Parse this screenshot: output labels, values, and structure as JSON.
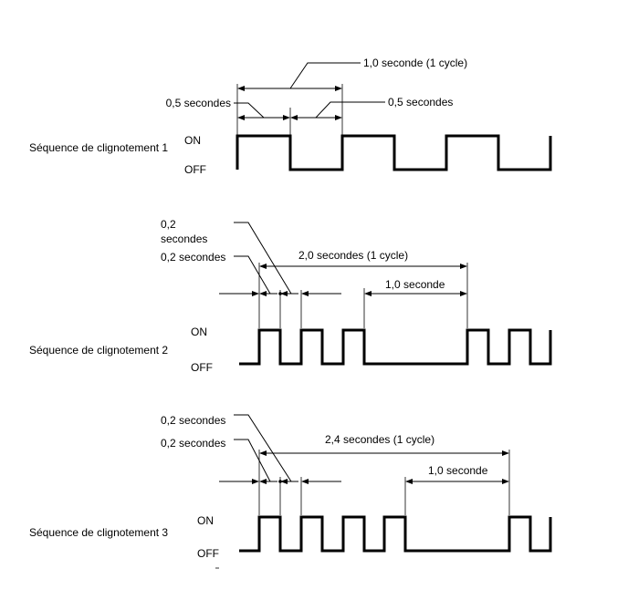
{
  "sequence1": {
    "title": "Séquence de clignotement 1",
    "on_label": "ON",
    "off_label": "OFF",
    "cycle_label": "1,0 seconde (1 cycle)",
    "left_label": "0,5 secondes",
    "right_label": "0,5 secondes"
  },
  "sequence2": {
    "title": "Séquence de clignotement 2",
    "on_label": "ON",
    "off_label": "OFF",
    "top_label_line1": "0,2",
    "top_label_line2": "secondes",
    "second_label": "0,2 secondes",
    "cycle_label": "2,0 secondes (1 cycle)",
    "pause_label": "1,0 seconde"
  },
  "sequence3": {
    "title": "Séquence de clignotement 3",
    "on_label": "ON",
    "off_label": "OFF",
    "top_label": "0,2 secondes",
    "second_label": "0,2 secondes",
    "cycle_label": "2,4 secondes (1 cycle)",
    "pause_label": "1,0 seconde"
  }
}
